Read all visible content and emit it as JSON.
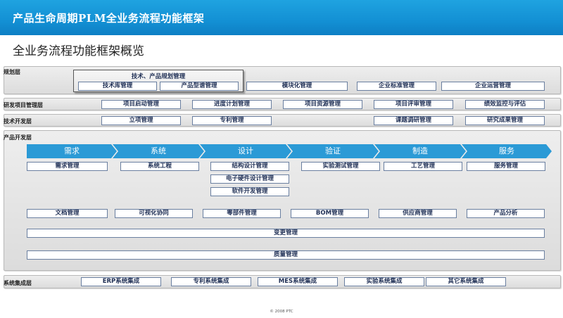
{
  "header": {
    "title": "产品生命周期PLM全业务流程功能框架"
  },
  "subtitle": "全业务流程功能框架概览",
  "layers": {
    "planning": {
      "label": "规划层"
    },
    "rd_mgmt": {
      "label": "研发项目管理层"
    },
    "tech_dev": {
      "label": "技术开发层"
    },
    "product_dev": {
      "label": "产品开发层"
    },
    "integration": {
      "label": "系统集成层"
    }
  },
  "planning": {
    "group_title": "技术、产品规划管理",
    "group_items": [
      "技术库管理",
      "产品型谱管理"
    ],
    "items": [
      "模块化管理",
      "企业标准管理",
      "企业运营管理"
    ]
  },
  "rd_mgmt": {
    "items": [
      "项目启动管理",
      "进度计划管理",
      "项目资源管理",
      "项目评审管理",
      "绩效监控与评估"
    ]
  },
  "tech_dev": {
    "items": [
      "立项管理",
      "专利管理",
      "课题调研管理",
      "研究成果管理"
    ]
  },
  "product_dev": {
    "stages": [
      "需求",
      "系统",
      "设计",
      "验证",
      "制造",
      "服务"
    ],
    "stage_items": [
      "需求管理",
      "系统工程",
      "结构设计管理",
      "实验测试管理",
      "工艺管理",
      "服务管理"
    ],
    "design_extra": [
      "电子硬件设计管理",
      "软件开发管理"
    ],
    "support_items": [
      "文档管理",
      "可视化协同",
      "零部件管理",
      "BOM管理",
      "供应商管理",
      "产品分析"
    ],
    "change_mgmt": "变更管理",
    "quality_mgmt": "质量管理"
  },
  "integration": {
    "items": [
      "ERP系统集成",
      "专利系统集成",
      "MES系统集成",
      "实验系统集成",
      "其它系统集成"
    ]
  },
  "footer": "© 2008 PTC",
  "colors": {
    "header_blue": "#1390d4",
    "chevron_blue": "#2b9ad6",
    "box_border": "#6a7fa0"
  }
}
